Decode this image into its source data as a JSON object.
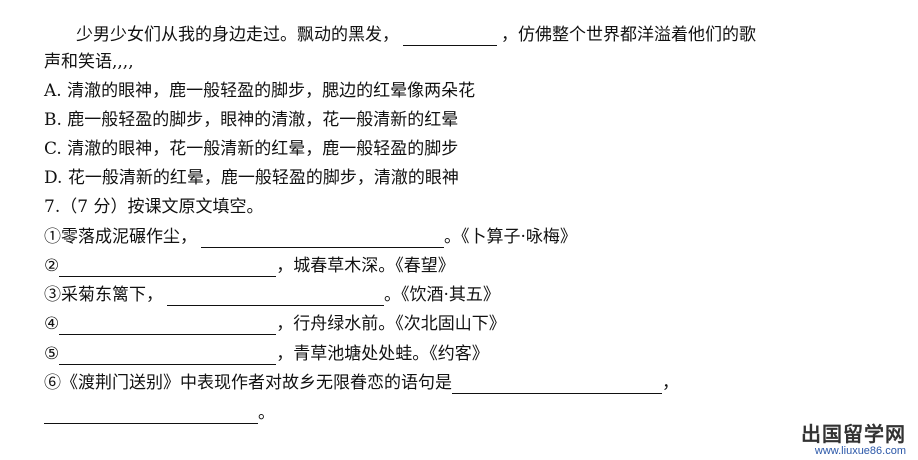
{
  "passage": {
    "before": "少男少女们从我的身边走过。飘动的黑发，",
    "after": "，仿佛整个世界都洋溢着他们的歌",
    "cont": "声和笑语,,,,"
  },
  "options": [
    "A. 清澈的眼神，鹿一般轻盈的脚步，腮边的红晕像两朵花",
    "B. 鹿一般轻盈的脚步，眼神的清澈，花一般清新的红晕",
    "C. 清澈的眼神，花一般清新的红晕，鹿一般轻盈的脚步",
    "D. 花一般清新的红晕，鹿一般轻盈的脚步，清澈的眼神"
  ],
  "question7": {
    "title": "7.（7 分）按课文原文填空。",
    "items": [
      {
        "before": "①零落成泥碾作尘，",
        "after": "。《卜算子·咏梅》"
      },
      {
        "before": "②",
        "after": "，城春草木深。《春望》"
      },
      {
        "before": "③采菊东篱下，",
        "after": "。《饮酒·其五》"
      },
      {
        "before": "④",
        "after": "，行舟绿水前。《次北固山下》"
      },
      {
        "before": "⑤",
        "after": "，青草池塘处处蛙。《约客》"
      },
      {
        "before": "⑥《渡荆门送别》中表现作者对故乡无限眷恋的语句是",
        "after": "，"
      }
    ],
    "last_after": "。"
  },
  "watermark": {
    "name": "出国留学网",
    "url": "www.liuxue86.com"
  }
}
